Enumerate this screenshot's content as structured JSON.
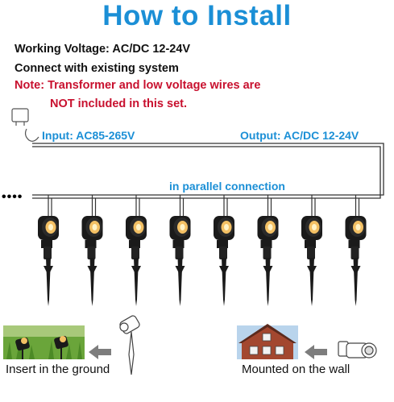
{
  "title": "How to Install",
  "specs": {
    "working_voltage": "Working Voltage: AC/DC 12-24V",
    "connect": "Connect with existing system",
    "note_line1": "Note: Transformer and low voltage wires are",
    "note_line2": "NOT included in this set."
  },
  "wiring": {
    "input_label": "Input: AC85-265V",
    "output_label": "Output: AC/DC 12-24V",
    "parallel_label": "in parallel connection",
    "ellipsis": "••••",
    "light_count": 8
  },
  "install_options": {
    "ground_caption": "Insert in the ground",
    "wall_caption": "Mounted on the wall"
  },
  "colors": {
    "title_blue": "#1b8fd6",
    "note_red": "#c8102e",
    "lamp_black": "#1a1a1a",
    "lamp_lens": "#f3c064"
  }
}
